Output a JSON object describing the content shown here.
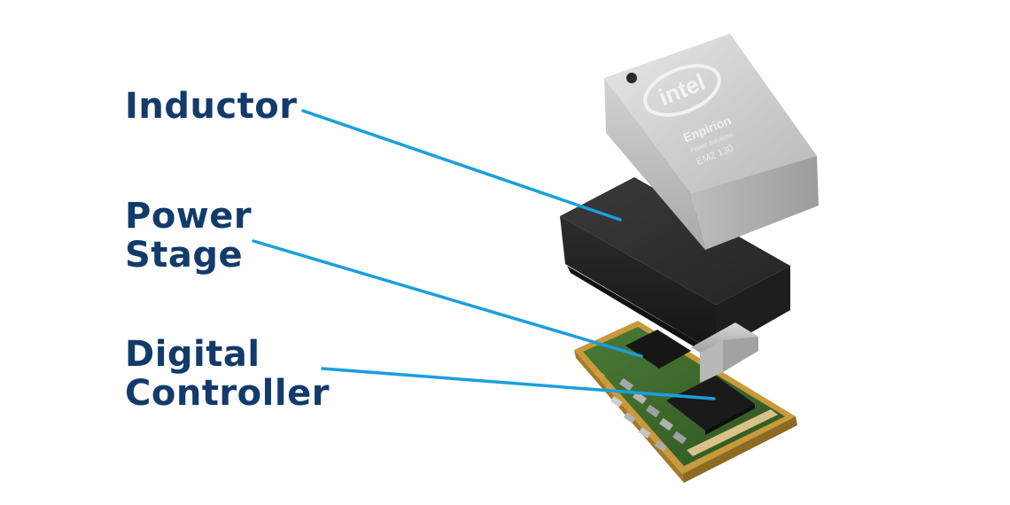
{
  "labels": {
    "inductor": [
      "Inductor"
    ],
    "power_stage": [
      "Power",
      "Stage"
    ],
    "digital_controller": [
      "Digital",
      "Controller"
    ]
  },
  "inductor_marking": {
    "logo": "intel",
    "brand": "Enpirion",
    "sub": "Power Solutions",
    "code": "EM2 130"
  },
  "colors": {
    "label_text": "#123b6b",
    "leader_line": "#1a9fdd",
    "inductor_body": "#c9c9c9",
    "power_stage_body": "#2a2a2a",
    "pcb_green": "#3e6b2e",
    "pcb_gold_edge": "#c99a3b"
  }
}
